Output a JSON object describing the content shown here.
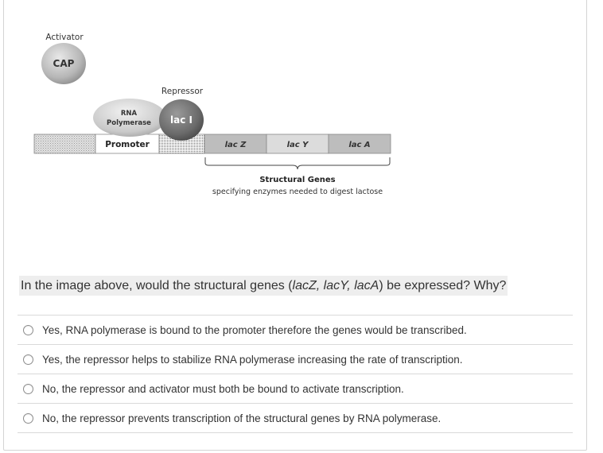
{
  "diagram": {
    "activator_label": "Activator",
    "cap_label": "CAP",
    "repressor_label": "Repressor",
    "laci_label": "lac I",
    "rna_pol_line1": "RNA",
    "rna_pol_line2": "Polymerase",
    "promoter_label": "Promoter",
    "genes": [
      "lac Z",
      "lac Y",
      "lac A"
    ],
    "structural_title": "Structural Genes",
    "structural_subtitle": "specifying enzymes needed to digest lactose"
  },
  "question": {
    "prefix": "In the image above, would the structural genes (",
    "genes": "lacZ, lacY, lacA",
    "suffix": ") be expressed? Why?"
  },
  "options": [
    "Yes, RNA polymerase is bound to the promoter therefore the genes would be transcribed.",
    "Yes, the repressor helps to stabilize RNA polymerase increasing the rate of transcription.",
    "No, the repressor and activator must both be bound to activate transcription.",
    "No, the repressor prevents transcription of the structural genes by RNA polymerase."
  ]
}
